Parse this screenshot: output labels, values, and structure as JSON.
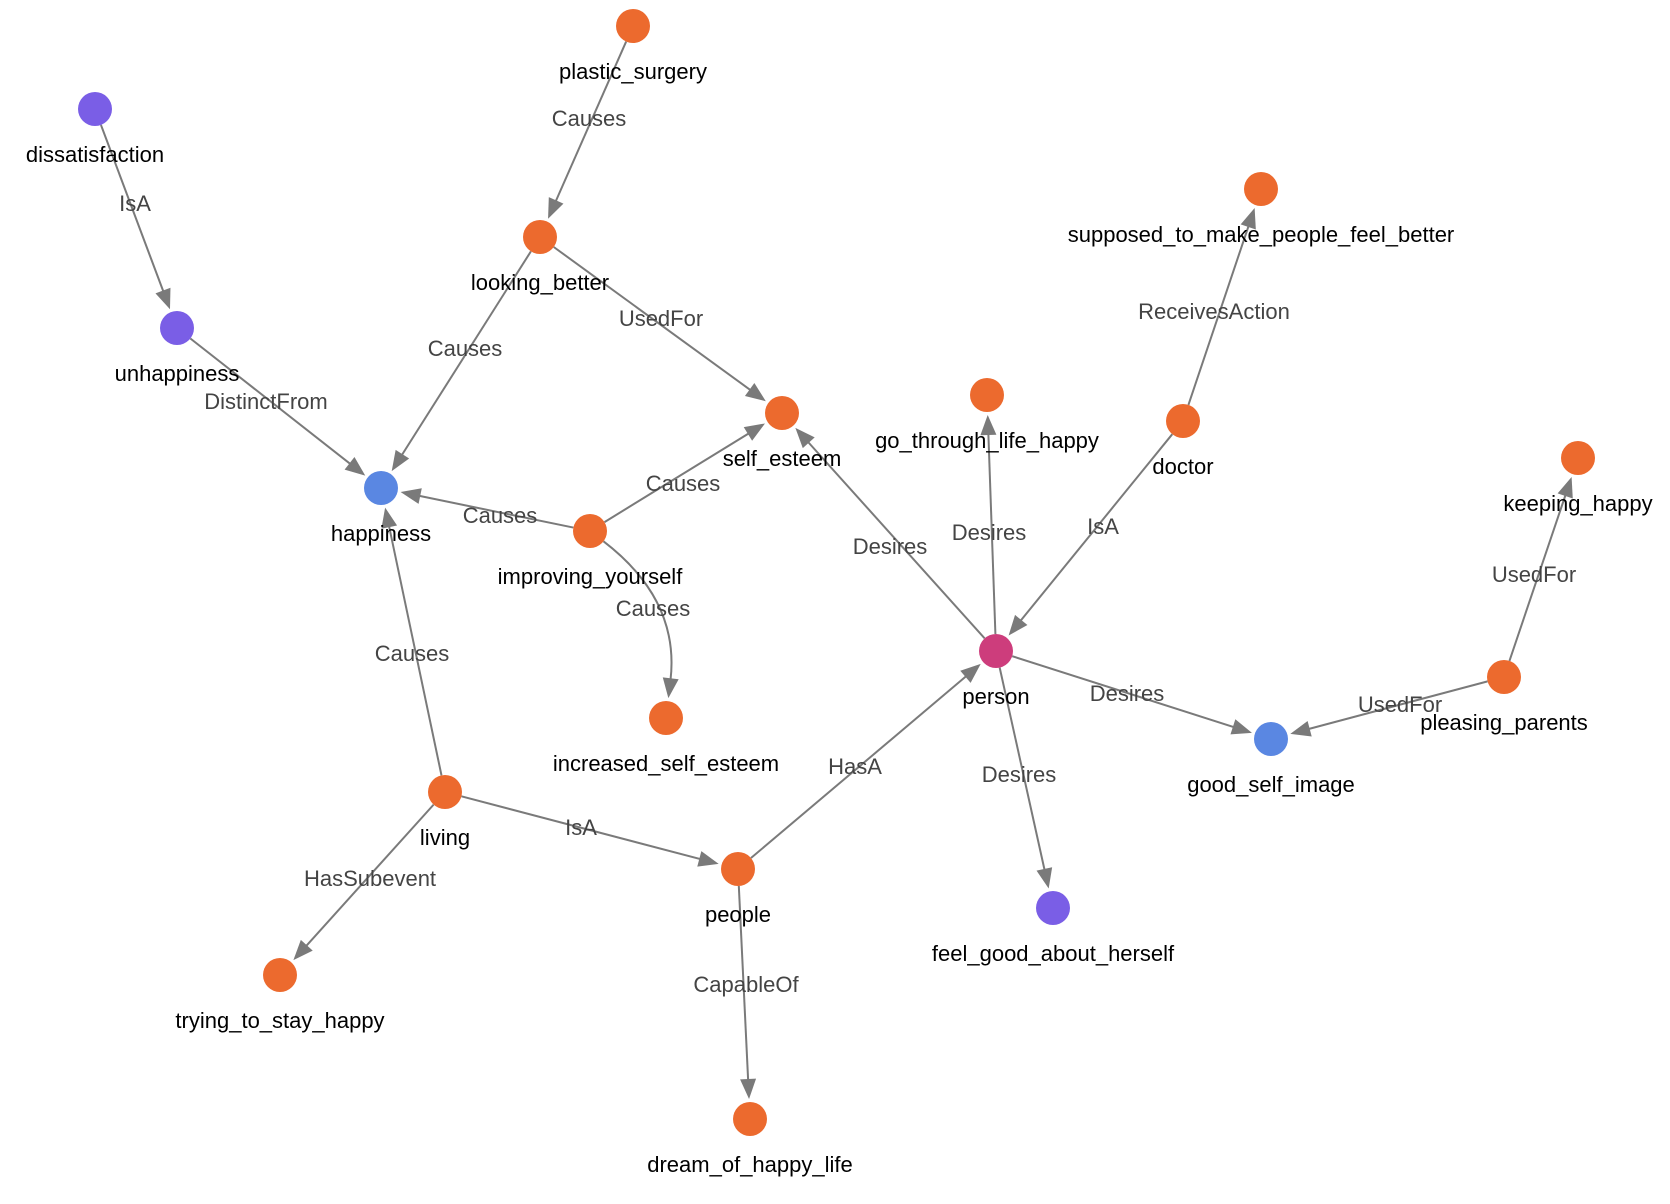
{
  "colors": {
    "orange": "#ec6a2e",
    "purple": "#7a5ee6",
    "blue": "#5a87e2",
    "magenta": "#cd3d7c",
    "edge": "#7a7a7a"
  },
  "nodes": [
    {
      "id": "plastic_surgery",
      "label": "plastic_surgery",
      "color": "orange"
    },
    {
      "id": "dissatisfaction",
      "label": "dissatisfaction",
      "color": "purple"
    },
    {
      "id": "looking_better",
      "label": "looking_better",
      "color": "orange"
    },
    {
      "id": "supposed_to_make_people_feel_better",
      "label": "supposed_to_make_people_feel_better",
      "color": "orange"
    },
    {
      "id": "unhappiness",
      "label": "unhappiness",
      "color": "purple"
    },
    {
      "id": "go_through_life_happy",
      "label": "go_through_life_happy",
      "color": "orange"
    },
    {
      "id": "self_esteem",
      "label": "self_esteem",
      "color": "orange"
    },
    {
      "id": "doctor",
      "label": "doctor",
      "color": "orange"
    },
    {
      "id": "keeping_happy",
      "label": "keeping_happy",
      "color": "orange"
    },
    {
      "id": "happiness",
      "label": "happiness",
      "color": "blue"
    },
    {
      "id": "improving_yourself",
      "label": "improving_yourself",
      "color": "orange"
    },
    {
      "id": "person",
      "label": "person",
      "color": "magenta"
    },
    {
      "id": "pleasing_parents",
      "label": "pleasing_parents",
      "color": "orange"
    },
    {
      "id": "increased_self_esteem",
      "label": "increased_self_esteem",
      "color": "orange"
    },
    {
      "id": "good_self_image",
      "label": "good_self_image",
      "color": "blue"
    },
    {
      "id": "living",
      "label": "living",
      "color": "orange"
    },
    {
      "id": "people",
      "label": "people",
      "color": "orange"
    },
    {
      "id": "feel_good_about_herself",
      "label": "feel_good_about_herself",
      "color": "purple"
    },
    {
      "id": "trying_to_stay_happy",
      "label": "trying_to_stay_happy",
      "color": "orange"
    },
    {
      "id": "dream_of_happy_life",
      "label": "dream_of_happy_life",
      "color": "orange"
    }
  ],
  "edges": [
    {
      "from": "plastic_surgery",
      "to": "looking_better",
      "label": "Causes"
    },
    {
      "from": "dissatisfaction",
      "to": "unhappiness",
      "label": "IsA"
    },
    {
      "from": "looking_better",
      "to": "happiness",
      "label": "Causes"
    },
    {
      "from": "looking_better",
      "to": "self_esteem",
      "label": "UsedFor"
    },
    {
      "from": "unhappiness",
      "to": "happiness",
      "label": "DistinctFrom"
    },
    {
      "from": "improving_yourself",
      "to": "happiness",
      "label": "Causes"
    },
    {
      "from": "improving_yourself",
      "to": "self_esteem",
      "label": "Causes"
    },
    {
      "from": "improving_yourself",
      "to": "increased_self_esteem",
      "label": "Causes"
    },
    {
      "from": "doctor",
      "to": "supposed_to_make_people_feel_better",
      "label": "ReceivesAction"
    },
    {
      "from": "doctor",
      "to": "person",
      "label": "IsA"
    },
    {
      "from": "person",
      "to": "self_esteem",
      "label": "Desires"
    },
    {
      "from": "person",
      "to": "go_through_life_happy",
      "label": "Desires"
    },
    {
      "from": "person",
      "to": "good_self_image",
      "label": "Desires"
    },
    {
      "from": "person",
      "to": "feel_good_about_herself",
      "label": "Desires"
    },
    {
      "from": "pleasing_parents",
      "to": "keeping_happy",
      "label": "UsedFor"
    },
    {
      "from": "pleasing_parents",
      "to": "good_self_image",
      "label": "UsedFor"
    },
    {
      "from": "living",
      "to": "happiness",
      "label": "Causes"
    },
    {
      "from": "living",
      "to": "people",
      "label": "IsA"
    },
    {
      "from": "living",
      "to": "trying_to_stay_happy",
      "label": "HasSubevent"
    },
    {
      "from": "people",
      "to": "person",
      "label": "HasA"
    },
    {
      "from": "people",
      "to": "dream_of_happy_life",
      "label": "CapableOf"
    }
  ]
}
